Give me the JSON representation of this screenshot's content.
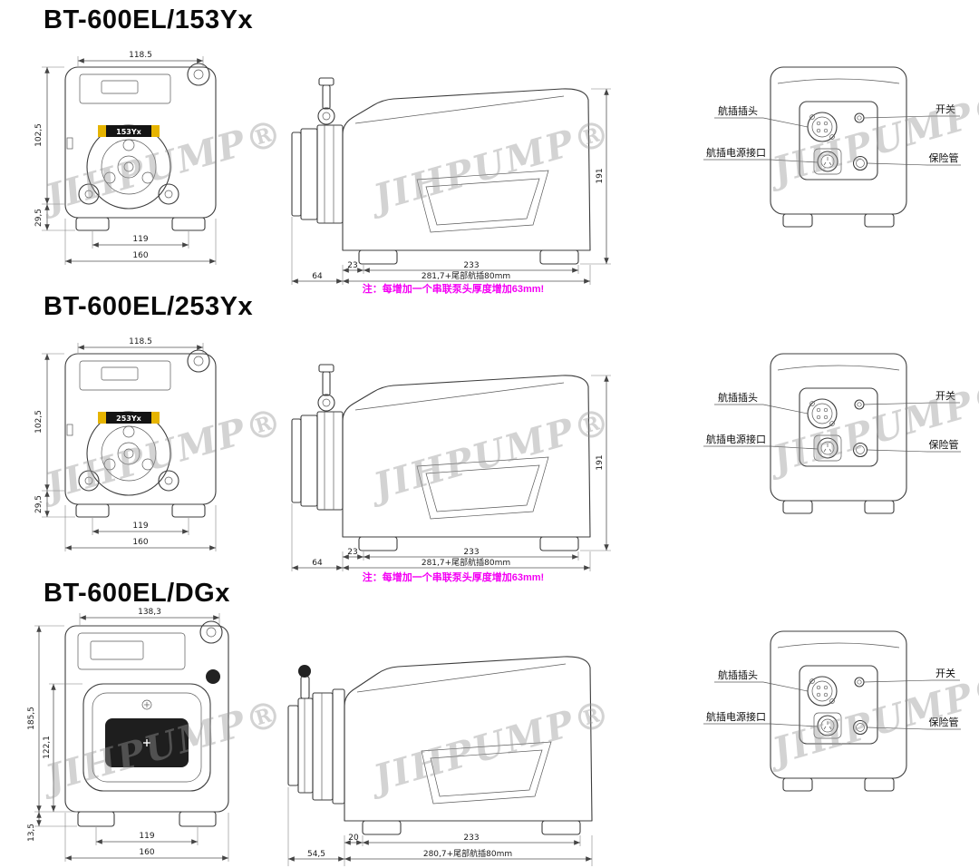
{
  "watermark": "JIHPUMP®",
  "sections": [
    {
      "title": "BT-600EL/153Yx",
      "badge": "153Yx",
      "front": {
        "dim_top": "118.5",
        "dim_left_upper": "102,5",
        "dim_left_lower": "29,5",
        "dim_feet": "119",
        "dim_overall": "160"
      },
      "side": {
        "dim_height": "191",
        "dim_head": "64",
        "dim_front": "23",
        "dim_body": "233",
        "dim_total": "281,7+尾部航插80mm"
      },
      "note": "注：每增加一个串联泵头厚度增加63mm!",
      "rear": {
        "label_plug": "航插插头",
        "label_power": "航插电源接口",
        "label_switch": "开关",
        "label_fuse": "保险管"
      }
    },
    {
      "title": "BT-600EL/253Yx",
      "badge": "253Yx",
      "front": {
        "dim_top": "118.5",
        "dim_left_upper": "102,5",
        "dim_left_lower": "29,5",
        "dim_feet": "119",
        "dim_overall": "160"
      },
      "side": {
        "dim_height": "191",
        "dim_head": "64",
        "dim_front": "23",
        "dim_body": "233",
        "dim_total": "281,7+尾部航插80mm"
      },
      "note": "注：每增加一个串联泵头厚度增加63mm!",
      "rear": {
        "label_plug": "航插插头",
        "label_power": "航插电源接口",
        "label_switch": "开关",
        "label_fuse": "保险管"
      }
    },
    {
      "title": "BT-600EL/DGx",
      "front": {
        "dim_top": "138,3",
        "dim_left_outer": "185,5",
        "dim_left_inner": "122,1",
        "dim_foot": "13,5",
        "dim_feet": "119",
        "dim_overall": "160"
      },
      "side": {
        "dim_front": "20",
        "dim_head": "54,5",
        "dim_body": "233",
        "dim_total": "280,7+尾部航插80mm"
      },
      "rear": {
        "label_plug": "航插插头",
        "label_power": "航插电源接口",
        "label_switch": "开关",
        "label_fuse": "保险管"
      }
    }
  ]
}
